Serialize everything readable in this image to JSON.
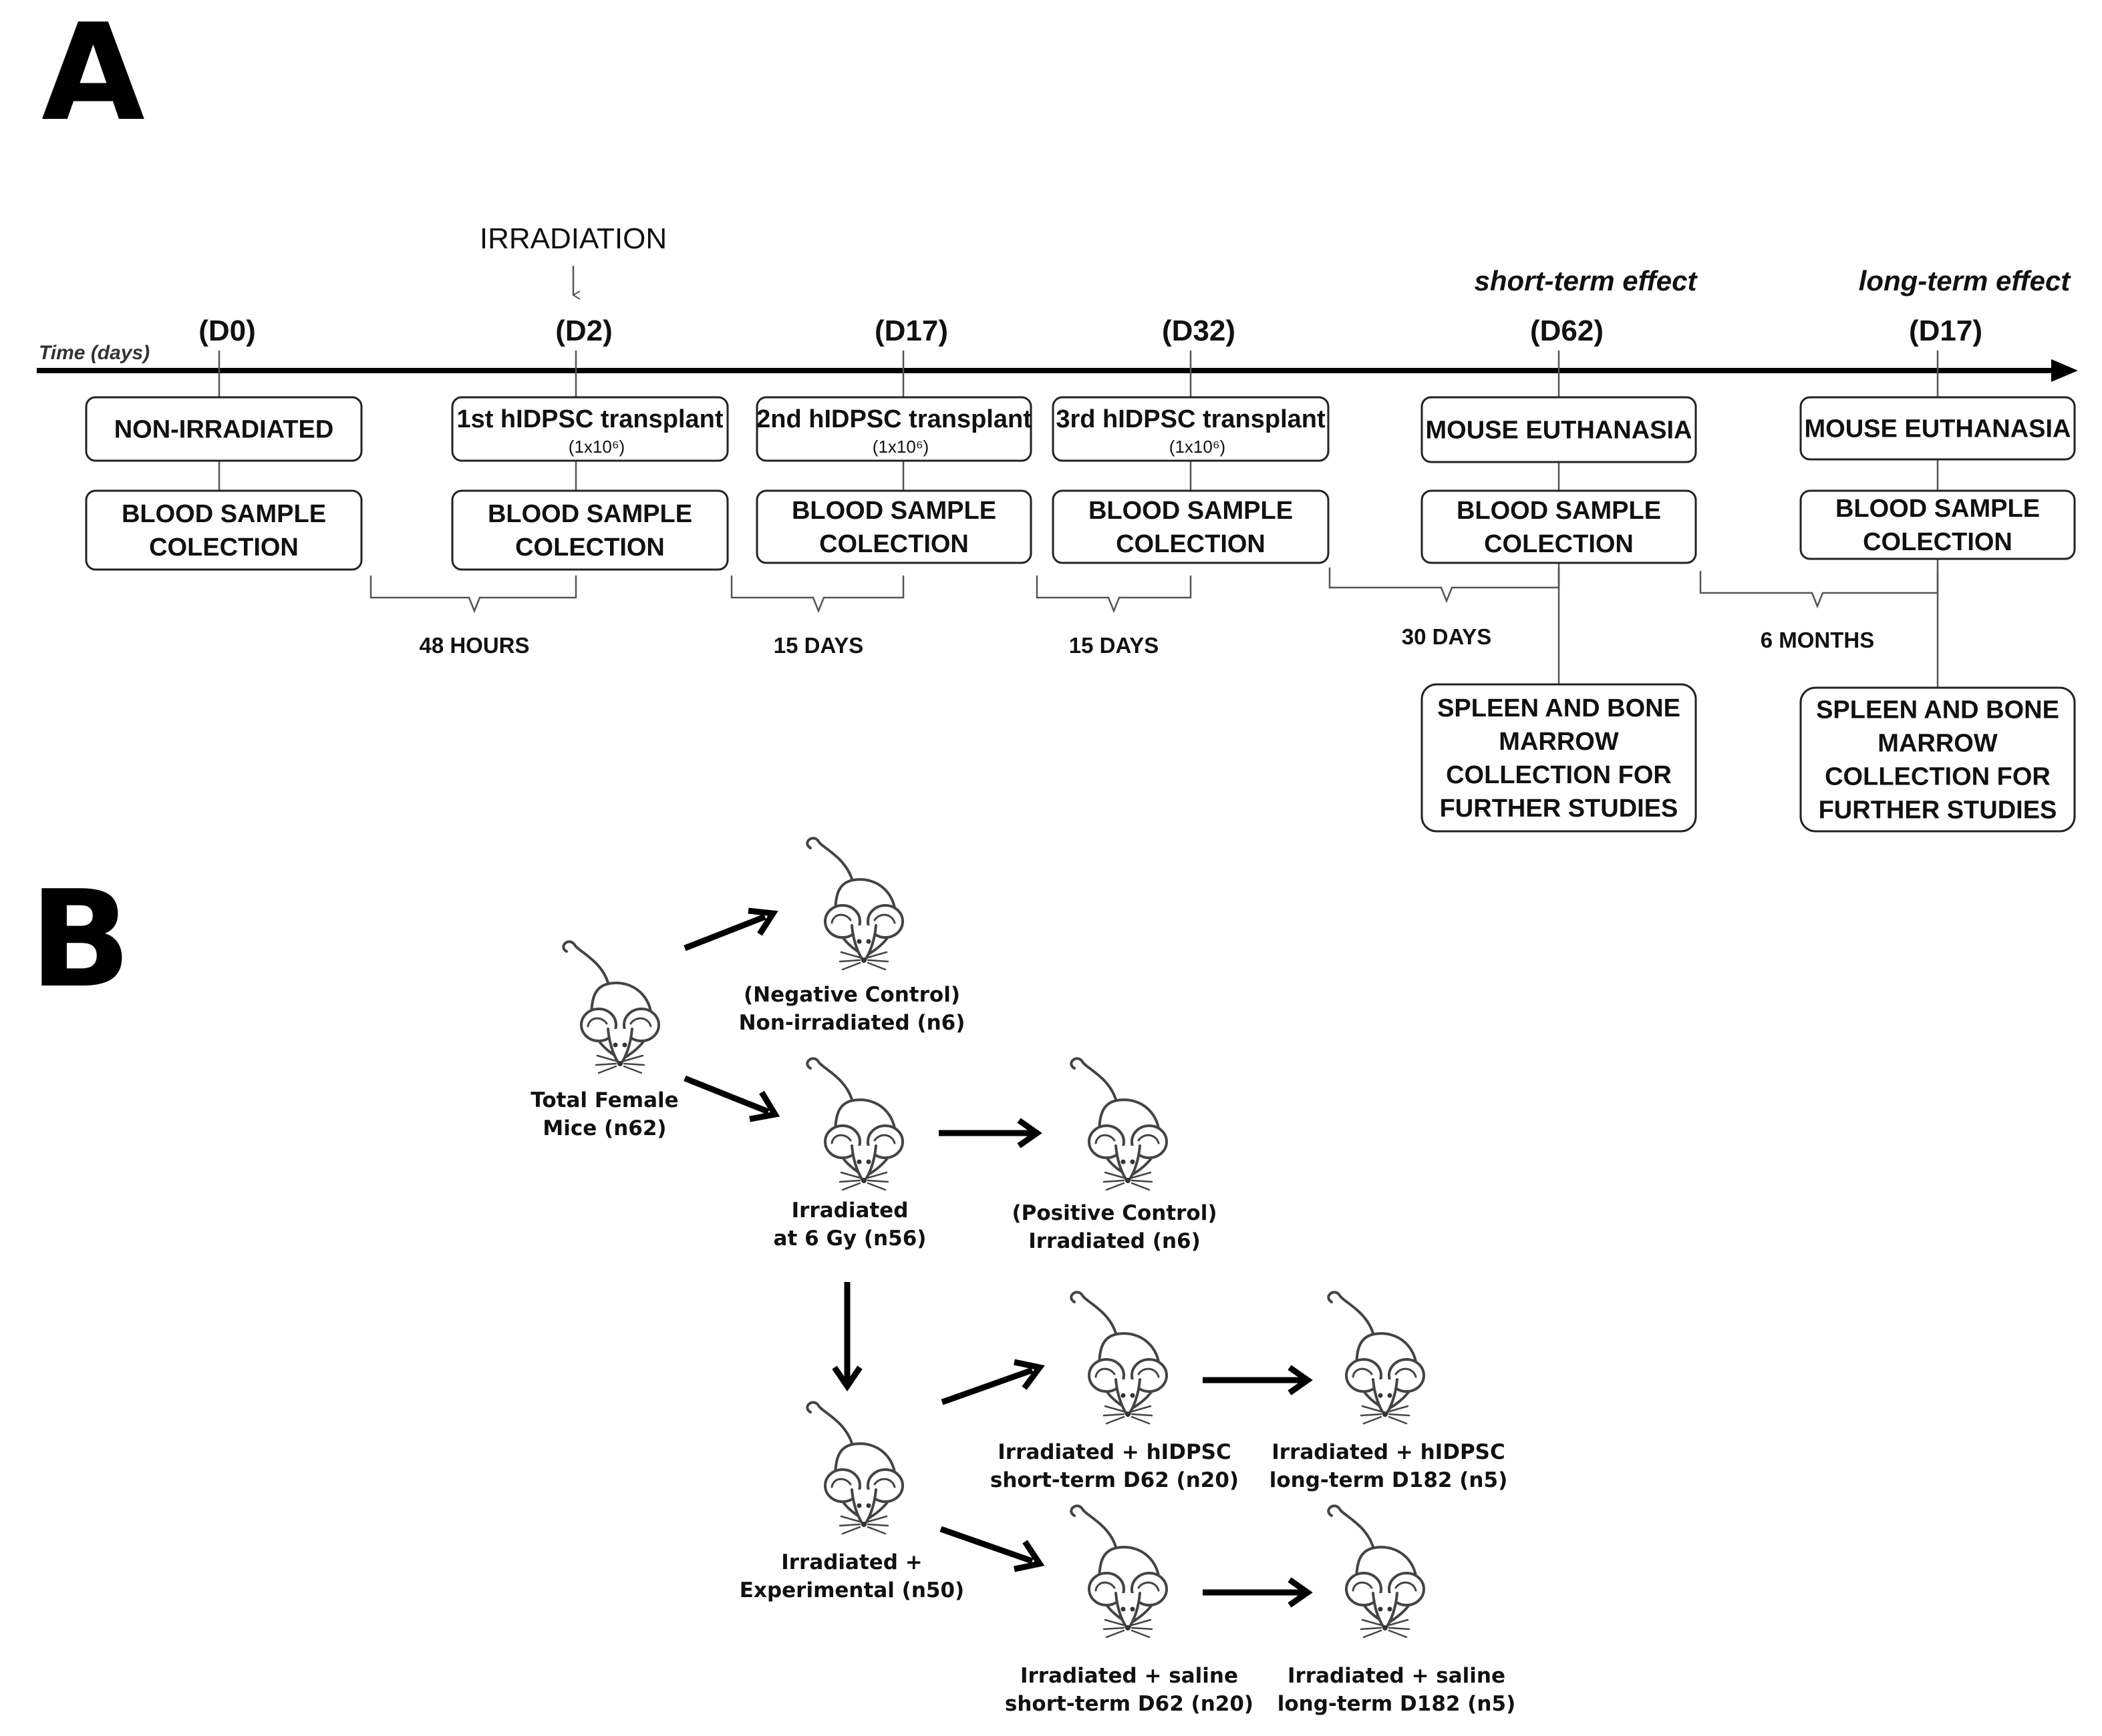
{
  "panelA": {
    "letter": "A",
    "axis_label": "Time (days)",
    "irradiation_label": "IRRADIATION",
    "columns": [
      {
        "day": "(D0)",
        "effect": "",
        "box1": [
          "NON-IRRADIATED"
        ],
        "box1_sub": "",
        "box2": [
          "BLOOD SAMPLE",
          "COLECTION"
        ],
        "box3": []
      },
      {
        "day": "(D2)",
        "effect": "",
        "box1": [
          "1st hIDPSC transplant"
        ],
        "box1_sub": "(1x10⁶)",
        "box2": [
          "BLOOD SAMPLE",
          "COLECTION"
        ],
        "box3": []
      },
      {
        "day": "(D17)",
        "effect": "",
        "box1": [
          "2nd hIDPSC transplant"
        ],
        "box1_sub": "(1x10⁶)",
        "box2": [
          "BLOOD SAMPLE",
          "COLECTION"
        ],
        "box3": []
      },
      {
        "day": "(D32)",
        "effect": "",
        "box1": [
          "3rd hIDPSC transplant"
        ],
        "box1_sub": "(1x10⁶)",
        "box2": [
          "BLOOD SAMPLE",
          "COLECTION"
        ],
        "box3": []
      },
      {
        "day": "(D62)",
        "effect": "short-term effect",
        "box1": [
          "MOUSE EUTHANASIA"
        ],
        "box1_sub": "",
        "box2": [
          "BLOOD SAMPLE",
          "COLECTION"
        ],
        "box3": [
          "SPLEEN AND BONE",
          "MARROW",
          "COLLECTION FOR",
          "FURTHER STUDIES"
        ]
      },
      {
        "day": "(D17)",
        "effect": "long-term effect",
        "box1": [
          "MOUSE EUTHANASIA"
        ],
        "box1_sub": "",
        "box2": [
          "BLOOD SAMPLE",
          "COLECTION"
        ],
        "box3": [
          "SPLEEN AND BONE",
          "MARROW",
          "COLLECTION FOR",
          "FURTHER STUDIES"
        ]
      }
    ],
    "intervals": [
      "48 HOURS",
      "15 DAYS",
      "15 DAYS",
      "30 DAYS",
      "6 MONTHS"
    ]
  },
  "panelB": {
    "letter": "B",
    "mice": [
      {
        "id": "total",
        "lines": [
          "Total Female",
          "Mice (n62)"
        ]
      },
      {
        "id": "neg",
        "lines": [
          "(Negative Control)",
          "Non-irradiated (n6)"
        ]
      },
      {
        "id": "irr",
        "lines": [
          "Irradiated",
          "at 6 Gy (n56)"
        ]
      },
      {
        "id": "pos",
        "lines": [
          "(Positive Control)",
          "Irradiated (n6)"
        ]
      },
      {
        "id": "exp",
        "lines": [
          "Irradiated +",
          "Experimental (n50)"
        ]
      },
      {
        "id": "hst",
        "lines": [
          "Irradiated + hIDPSC",
          "short-term D62 (n20)"
        ]
      },
      {
        "id": "hlt",
        "lines": [
          "Irradiated + hIDPSC",
          "long-term D182 (n5)"
        ]
      },
      {
        "id": "sst",
        "lines": [
          "Irradiated + saline",
          "short-term D62 (n20)"
        ]
      },
      {
        "id": "slt",
        "lines": [
          "Irradiated + saline",
          "long-term D182 (n5)"
        ]
      }
    ]
  }
}
